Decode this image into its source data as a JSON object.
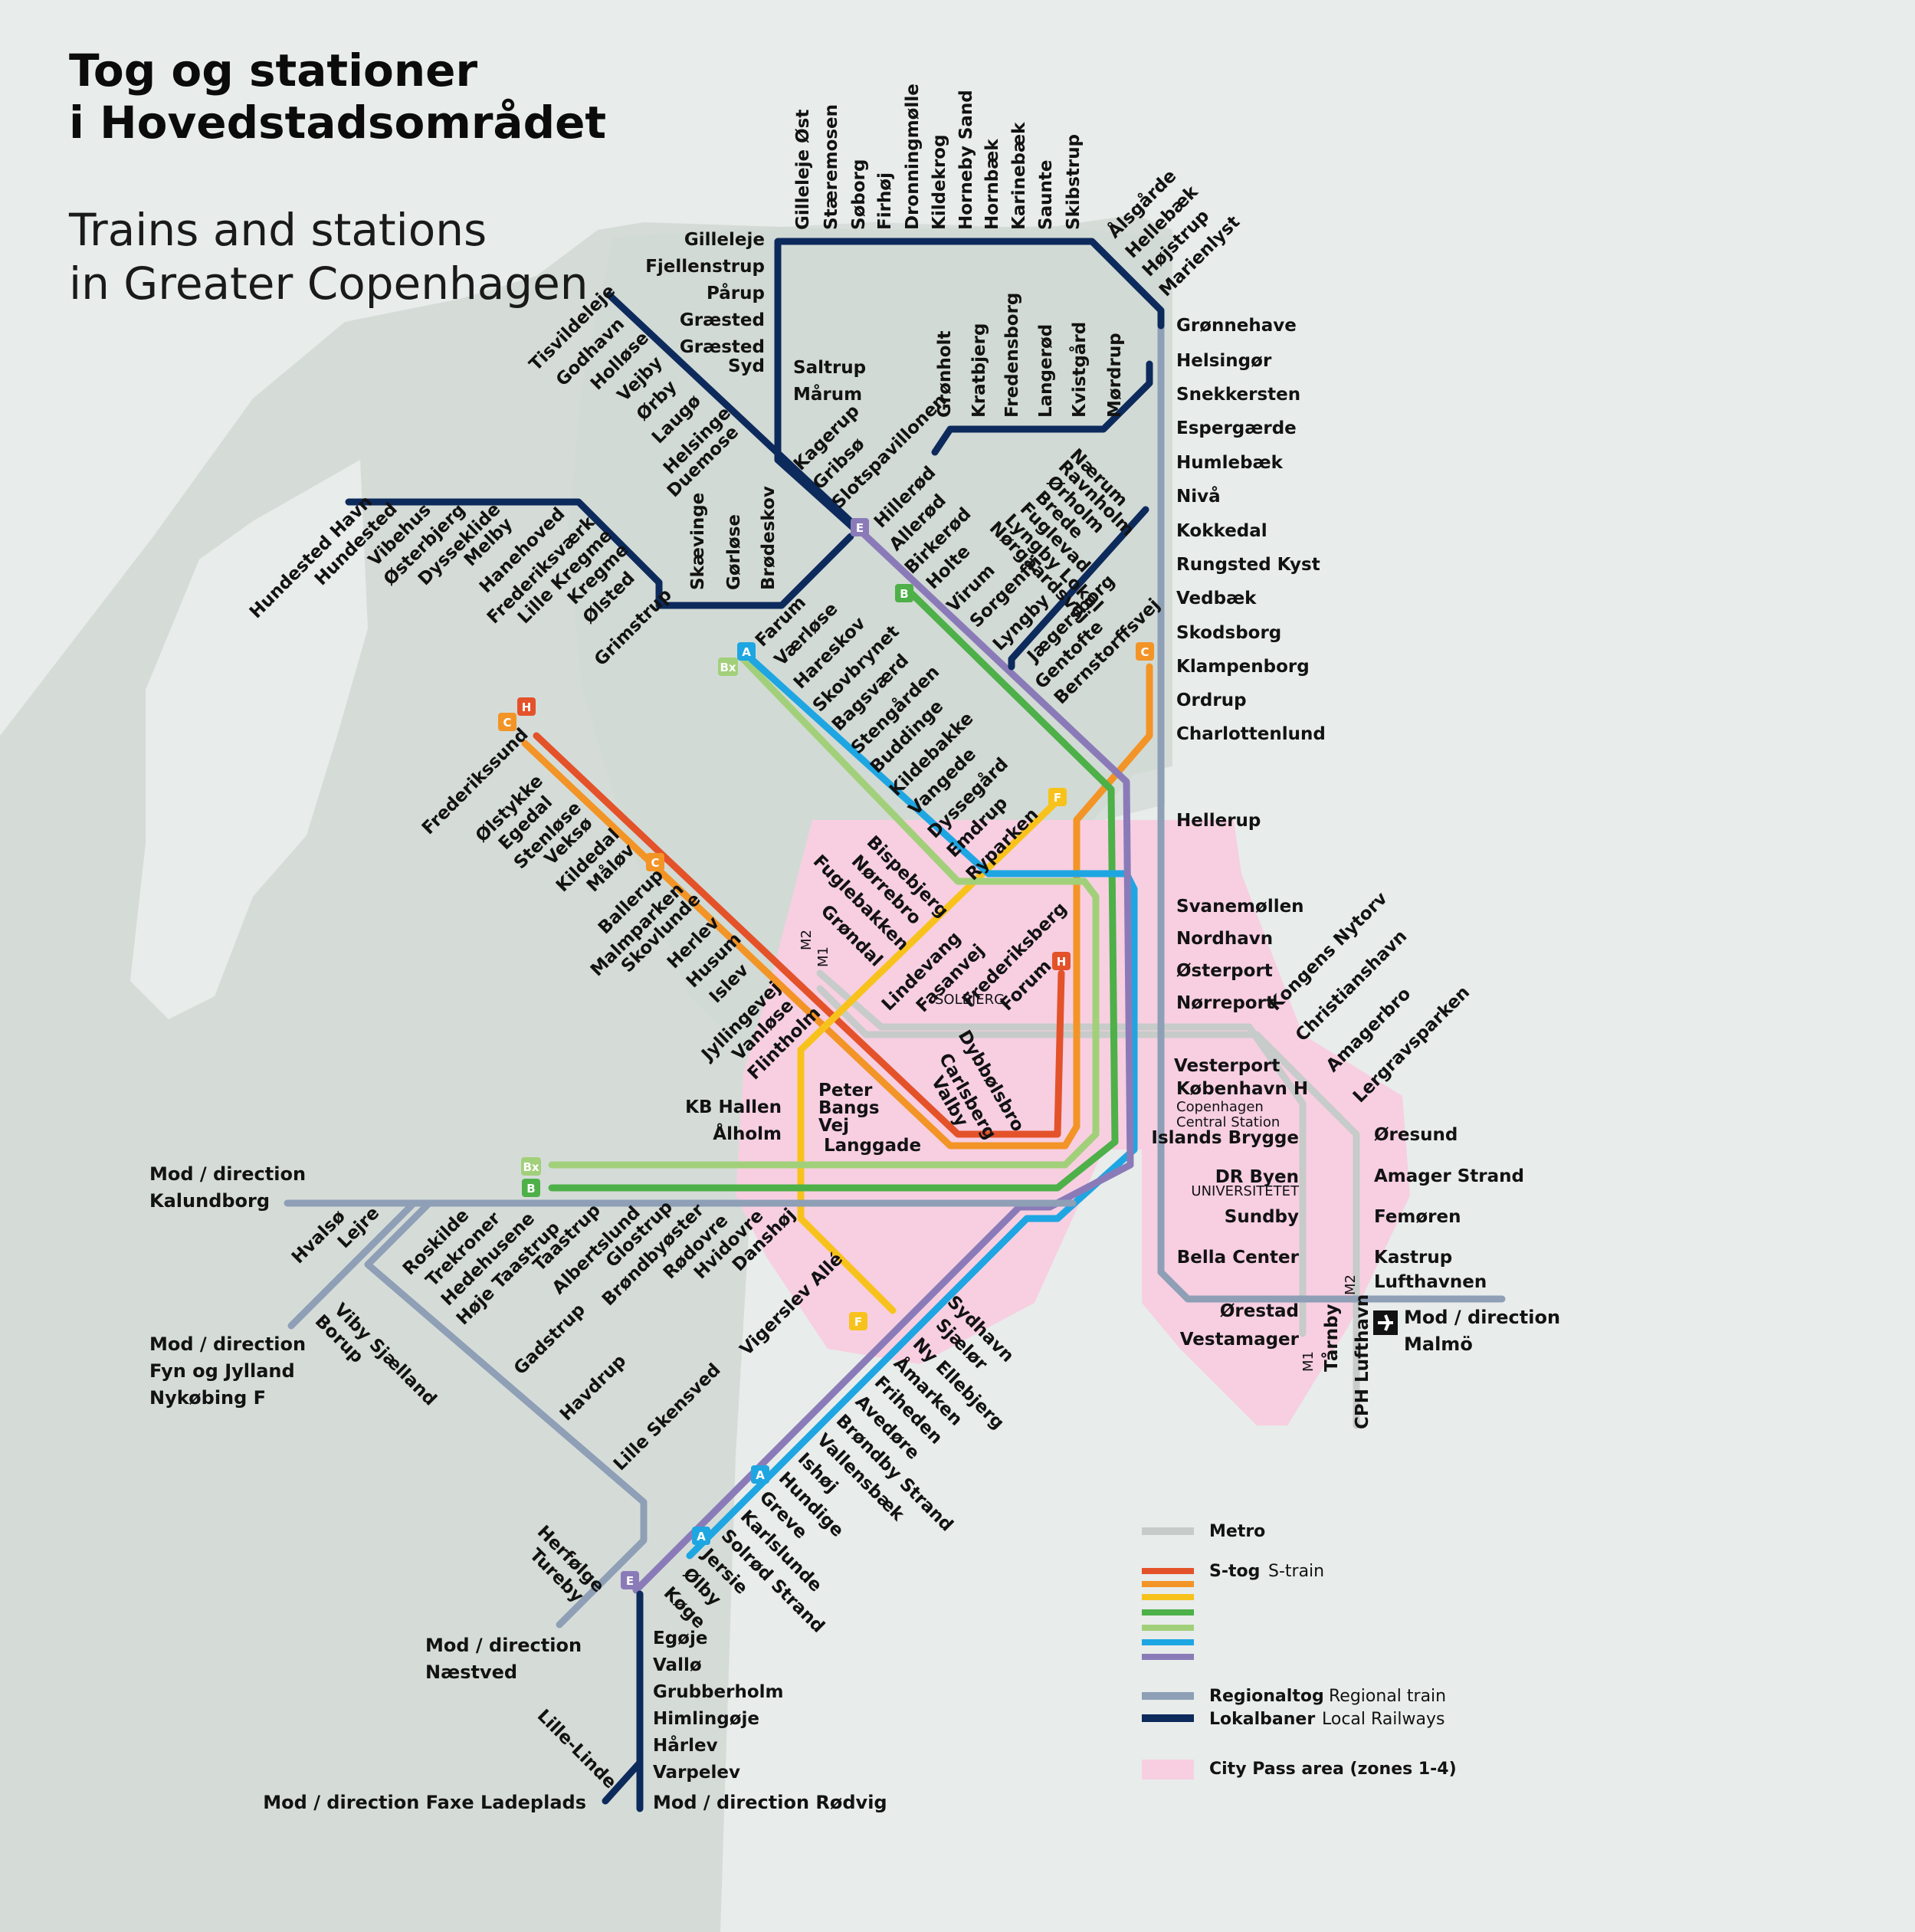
{
  "title": {
    "danish": [
      "Tog og stationer",
      "i Hovedstadsområdet"
    ],
    "english": [
      "Trains and stations",
      "in Greater Copenhagen"
    ]
  },
  "colors": {
    "metro": "#c7cbc9",
    "regional": "#8e9fb6",
    "local": "#0d2a5c",
    "citypass": "#f7cfe1",
    "s_lines": {
      "H": "#e4522a",
      "C": "#f39427",
      "F": "#f8c21c",
      "B": "#4db048",
      "Bx": "#a2d07a",
      "A": "#1ea6e2",
      "E": "#8a7bb8"
    }
  },
  "stations": {
    "coast": [
      "Grønnehave",
      "Helsingør",
      "Snekkersten",
      "Espergærde",
      "Humlebæk",
      "Nivå",
      "Kokkedal",
      "Rungsted Kyst",
      "Vedbæk",
      "Skodsborg",
      "Klampenborg",
      "Ordrup",
      "Charlottenlund",
      "Hellerup"
    ],
    "gribskov_left": [
      "Gilleleje",
      "Fjellenstrup",
      "Pårup",
      "Græsted",
      "Græsted Syd"
    ],
    "gribskov_mid": [
      "Saltrup",
      "Mårum"
    ],
    "hornbaek": [
      "Gilleleje Øst",
      "Stæremosen",
      "Søborg",
      "Firhøj",
      "Dronningmølle",
      "Kildekrog",
      "Horneby Sand",
      "Hornbæk",
      "Karinebæk",
      "Saunte",
      "Skibstrup"
    ],
    "hornbaek_diag": [
      "Ålsgårde",
      "Hellebæk",
      "Højstrup",
      "Marienlyst"
    ],
    "lille_nord": [
      "Grønholt",
      "Kratbjerg",
      "Fredensborg",
      "Langerød",
      "Kvistgård",
      "Mørdrup"
    ],
    "gribskov_diag": [
      "Kagerup",
      "Gribsø",
      "Slotspavillonen"
    ],
    "tisvilde": [
      "Tisvildeleje",
      "Godhavn",
      "Holløse",
      "Vejby",
      "Ørby",
      "Laugø",
      "Helsinge",
      "Duemose"
    ],
    "hundested": [
      "Hundested Havn",
      "Hundested",
      "Vibehus",
      "Østerbjerg",
      "Dysseklide",
      "Melby",
      "Hanehoved",
      "Frederiksværk",
      "Lille Kregme",
      "Kregme",
      "Ølsted",
      "Grimstrup"
    ],
    "frederiksvaerk_end": [
      "Skævinge",
      "Gørløse",
      "Brødeskov"
    ],
    "nærum": [
      "Nærum",
      "Ravnholm",
      "Ørholm",
      "Brede",
      "Fuglevad",
      "Lyngby Lokal",
      "Jægersborg"
    ],
    "e_north": [
      "Hillerød",
      "Allerød",
      "Birkerød",
      "Holte",
      "Virum",
      "Sorgenfri",
      "Lyngby",
      "Gentofte",
      "Bernstorffsvej"
    ],
    "b_extra": [
      "Nørgaardsvej"
    ],
    "a_north": [
      "Farum",
      "Værløse",
      "Hareskov",
      "Skovbrynet",
      "Bagsværd",
      "Stengården",
      "Buddinge",
      "Kildebakke",
      "Vangede",
      "Dyssegård",
      "Emdrup",
      "Ryparken"
    ],
    "h_north": [
      "Frederikssund",
      "Ølstykke",
      "Egedal",
      "Stenløse",
      "Veksø",
      "Kildedal",
      "Måløv",
      "Ballerup",
      "Malmparken",
      "Skovlunde",
      "Herlev",
      "Husum",
      "Islev",
      "Jyllingevej",
      "Vanløse",
      "Flintholm"
    ],
    "f_ring": [
      "Bispebjerg",
      "Nørrebro",
      "Fuglebakken",
      "Grøndal",
      "KB Hallen",
      "Ålholm",
      "Peter",
      "Bangs",
      "Vej",
      "Langgade"
    ],
    "metro_west": [
      "M2",
      "M1",
      "Lindevang",
      "Fasanvej",
      "SOLBJERG",
      "Frederiksberg",
      "Forum"
    ],
    "city": [
      "Svanemøllen",
      "Nordhavn",
      "Østerport",
      "Nørreport",
      "Vesterport",
      "København H",
      "Copenhagen",
      "Central Station"
    ],
    "valby": [
      "Dybbølsbro",
      "Carlsberg",
      "Valby"
    ],
    "metro_east": [
      "Kongens Nytorv",
      "Christianshavn",
      "Amagerbro",
      "Lergravsparken",
      "Islands Brygge",
      "DR Byen",
      "UNIVERSITETET",
      "Sundby",
      "Bella Center",
      "Ørestad",
      "Vestamager"
    ],
    "m2_east": [
      "Øresund",
      "Amager Strand",
      "Femøren",
      "Kastrup",
      "Lufthavnen"
    ],
    "airport": [
      "Tårnby",
      "CPH Lufthavn"
    ],
    "line_labels": [
      "M2",
      "M1"
    ],
    "west": [
      "Hvalsø",
      "Lejre",
      "Roskilde",
      "Trekroner",
      "Hedehusene",
      "Høje Taastrup",
      "Taastrup",
      "Albertslund",
      "Glostrup",
      "Brøndbyøster",
      "Rødovre",
      "Hvidovre",
      "Danshøj"
    ],
    "west_regional": [
      "Viby Sjælland",
      "Borup",
      "Gadstrup",
      "Havdrup",
      "Lille Skensved"
    ],
    "south": [
      "Vigerslev Allé",
      "Sydhavn",
      "Sjælør",
      "Ny Ellebjerg",
      "Åmarken",
      "Friheden",
      "Avedøre",
      "Brøndby Strand",
      "Vallensbæk",
      "Ishøj",
      "Hundige",
      "Greve",
      "Karlslunde",
      "Solrød Strand",
      "Jersie",
      "Ølby",
      "Køge"
    ],
    "south_regional": [
      "Herfølge",
      "Tureby",
      "Lille-Linde"
    ],
    "stevns": [
      "Egøje",
      "Vallø",
      "Grubberholm",
      "Himlingøje",
      "Hårlev",
      "Varpelev"
    ]
  },
  "directions": {
    "kalundborg": [
      "Mod / direction",
      "Kalundborg"
    ],
    "fyn": [
      "Mod / direction",
      "Fyn og Jylland",
      "Nykøbing F"
    ],
    "naestved": [
      "Mod / direction",
      "Næstved"
    ],
    "faxe": "Mod / direction Faxe Ladeplads",
    "rodvig": "Mod / direction Rødvig",
    "malmo": [
      "Mod / direction",
      "Malmö"
    ]
  },
  "badges": {
    "H": "H",
    "C": "C",
    "F": "F",
    "B": "B",
    "Bx": "Bx",
    "A": "A",
    "E": "E"
  },
  "legend": {
    "metro": "Metro",
    "stog": "S-tog",
    "stog_en": "S-train",
    "regional": "Regionaltog",
    "regional_en": "Regional train",
    "local": "Lokalbaner",
    "local_en": "Local Railways",
    "citypass": "City Pass area (zones 1-4)"
  }
}
